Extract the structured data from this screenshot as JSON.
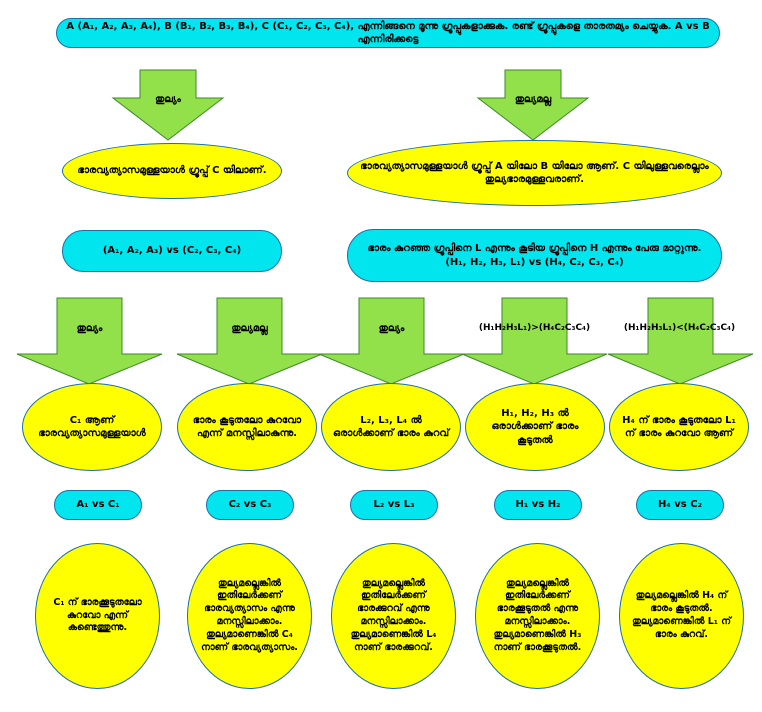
{
  "header": {
    "text": "A (A₁, A₂, A₃, A₄), B (B₁, B₂, B₃, B₄), C (C₁, C₂, C₃, C₄), എന്നിങ്ങനെ മൂന്നു ഗ്രൂപ്പുകളാക്കുക. രണ്ട് ഗ്രൂപ്പുകളെ താരതമ്യം ചെയ്യുക. A vs B എന്നിരിക്കട്ടെ"
  },
  "level1": {
    "left_arrow": "തുല്യം",
    "right_arrow": "തുല്യമല്ല",
    "left_ellipse": "ഭാരവ്യത്യാസമുള്ളയാൾ ഗ്രൂപ്പ് C യിലാണ്.",
    "right_ellipse": "ഭാരവ്യത്യാസമുള്ളയാൾ ഗ്രൂപ്പ് A യിലോ B യിലോ ആണ്. C യിലുള്ളവരെല്ലാം തുല്യഭാരമുള്ളവരാണ്."
  },
  "level2": {
    "left_pill": "(A₁, A₂, A₃) vs (C₂, C₃, C₄)",
    "right_pill_line1": "ഭാരം കുറഞ്ഞ ഗ്രൂപ്പിനെ L എന്നും കൂടിയ ഗ്രൂപ്പിനെ H എന്നും പേരു മാറ്റുന്നു.",
    "right_pill_line2": "(H₁, H₂, H₃, L₁) vs (H₄, C₂, C₃, C₄)"
  },
  "columns": [
    {
      "arrow": "തുല്യം",
      "ellipse": "C₁ ആണ് ഭാരവ്യത്യാസമുള്ളയാൾ",
      "pill": "A₁ vs C₁",
      "circle": "C₁ ന് ഭാരക്കൂടുതലോ കുറവോ എന്ന് കണ്ടെത്തുന്നു."
    },
    {
      "arrow": "തുല്യമല്ല",
      "ellipse": "ഭാരം കൂടുതലോ കുറവോ എന്ന് മനസ്സിലാകുന്നു.",
      "pill": "C₂ vs C₃",
      "circle": "തുല്യമല്ലെങ്കിൽ ഇതിലേർക്കണ് ഭാരവ്യത്യാസം എന്നു മനസ്സിലാക്കാം. തുല്യമാണെങ്കിൽ C₄ നാണ് ഭാരവ്യത്യാസം."
    },
    {
      "arrow": "തുല്യം",
      "ellipse": "L₂, L₃, L₄ ൽ ഒരാൾക്കാണ് ഭാരം കുറവ്",
      "pill": "L₂ vs L₃",
      "circle": "തുല്യമല്ലെങ്കിൽ ഇതിലേർക്കണ് ഭാരക്കുറവ് എന്നു മനസ്സിലാക്കാം. തുല്യമാണെങ്കിൽ L₄ നാണ് ഭാരക്കുറവ്."
    },
    {
      "arrow": "(H₁H₂H₃L₁)>(H₄C₂C₃C₄)",
      "ellipse": "H₁, H₂, H₃ ൽ ഒരാൾക്കാണ് ഭാരം കൂടുതൽ",
      "pill": "H₁ vs H₂",
      "circle": "തുല്യമല്ലെങ്കിൽ ഇതിലേർക്കണ് ഭാരക്കൂടുതൽ എന്നു മനസ്സിലാക്കാം. തുല്യമാണെങ്കിൽ H₃ നാണ് ഭാരക്കൂടുതൽ."
    },
    {
      "arrow": "(H₁H₂H₃L₁)<(H₄C₂C₃C₄)",
      "ellipse": "H₄ ന് ഭാരം കൂടുതലോ L₁ ന് ഭാരം കുറവോ ആണ്",
      "pill": "H₄ vs C₂",
      "circle": "തുല്യമല്ലെങ്കിൽ H₄ ന് ഭാരം കൂടുതൽ. തുല്യമാണെങ്കിൽ L₁ ന് ഭാരം കുറവ്."
    }
  ],
  "colors": {
    "arrow_fill": "#92e04a",
    "arrow_stroke": "#3b8a2a",
    "yellow": "#ffff00",
    "cyan": "#00e5ee"
  }
}
